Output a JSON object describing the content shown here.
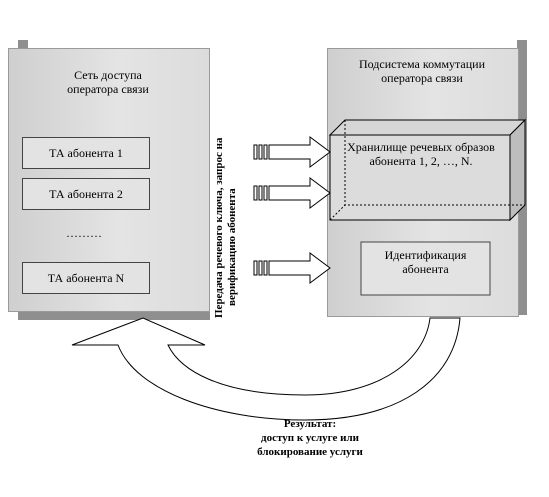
{
  "left_panel": {
    "title_line1": "Сеть доступа",
    "title_line2": "оператора связи",
    "subscribers": [
      "ТА абонента 1",
      "ТА абонента 2",
      "ТА абонента N"
    ],
    "ellipsis": "………"
  },
  "right_panel": {
    "title_line1": "Подсистема коммутации",
    "title_line2": "оператора связи",
    "storage_line1": "Хранилище речевых образов",
    "storage_line2": "абонента 1, 2, …, N.",
    "ident_line1": "Идентификация",
    "ident_line2": "абонента"
  },
  "transfer_label": {
    "line1": "Передача речевого ключа, запрос на",
    "line2": "верификацию абонента"
  },
  "result": {
    "line1": "Результат:",
    "line2": "доступ к услуге или",
    "line3": "блокирование услуги"
  }
}
